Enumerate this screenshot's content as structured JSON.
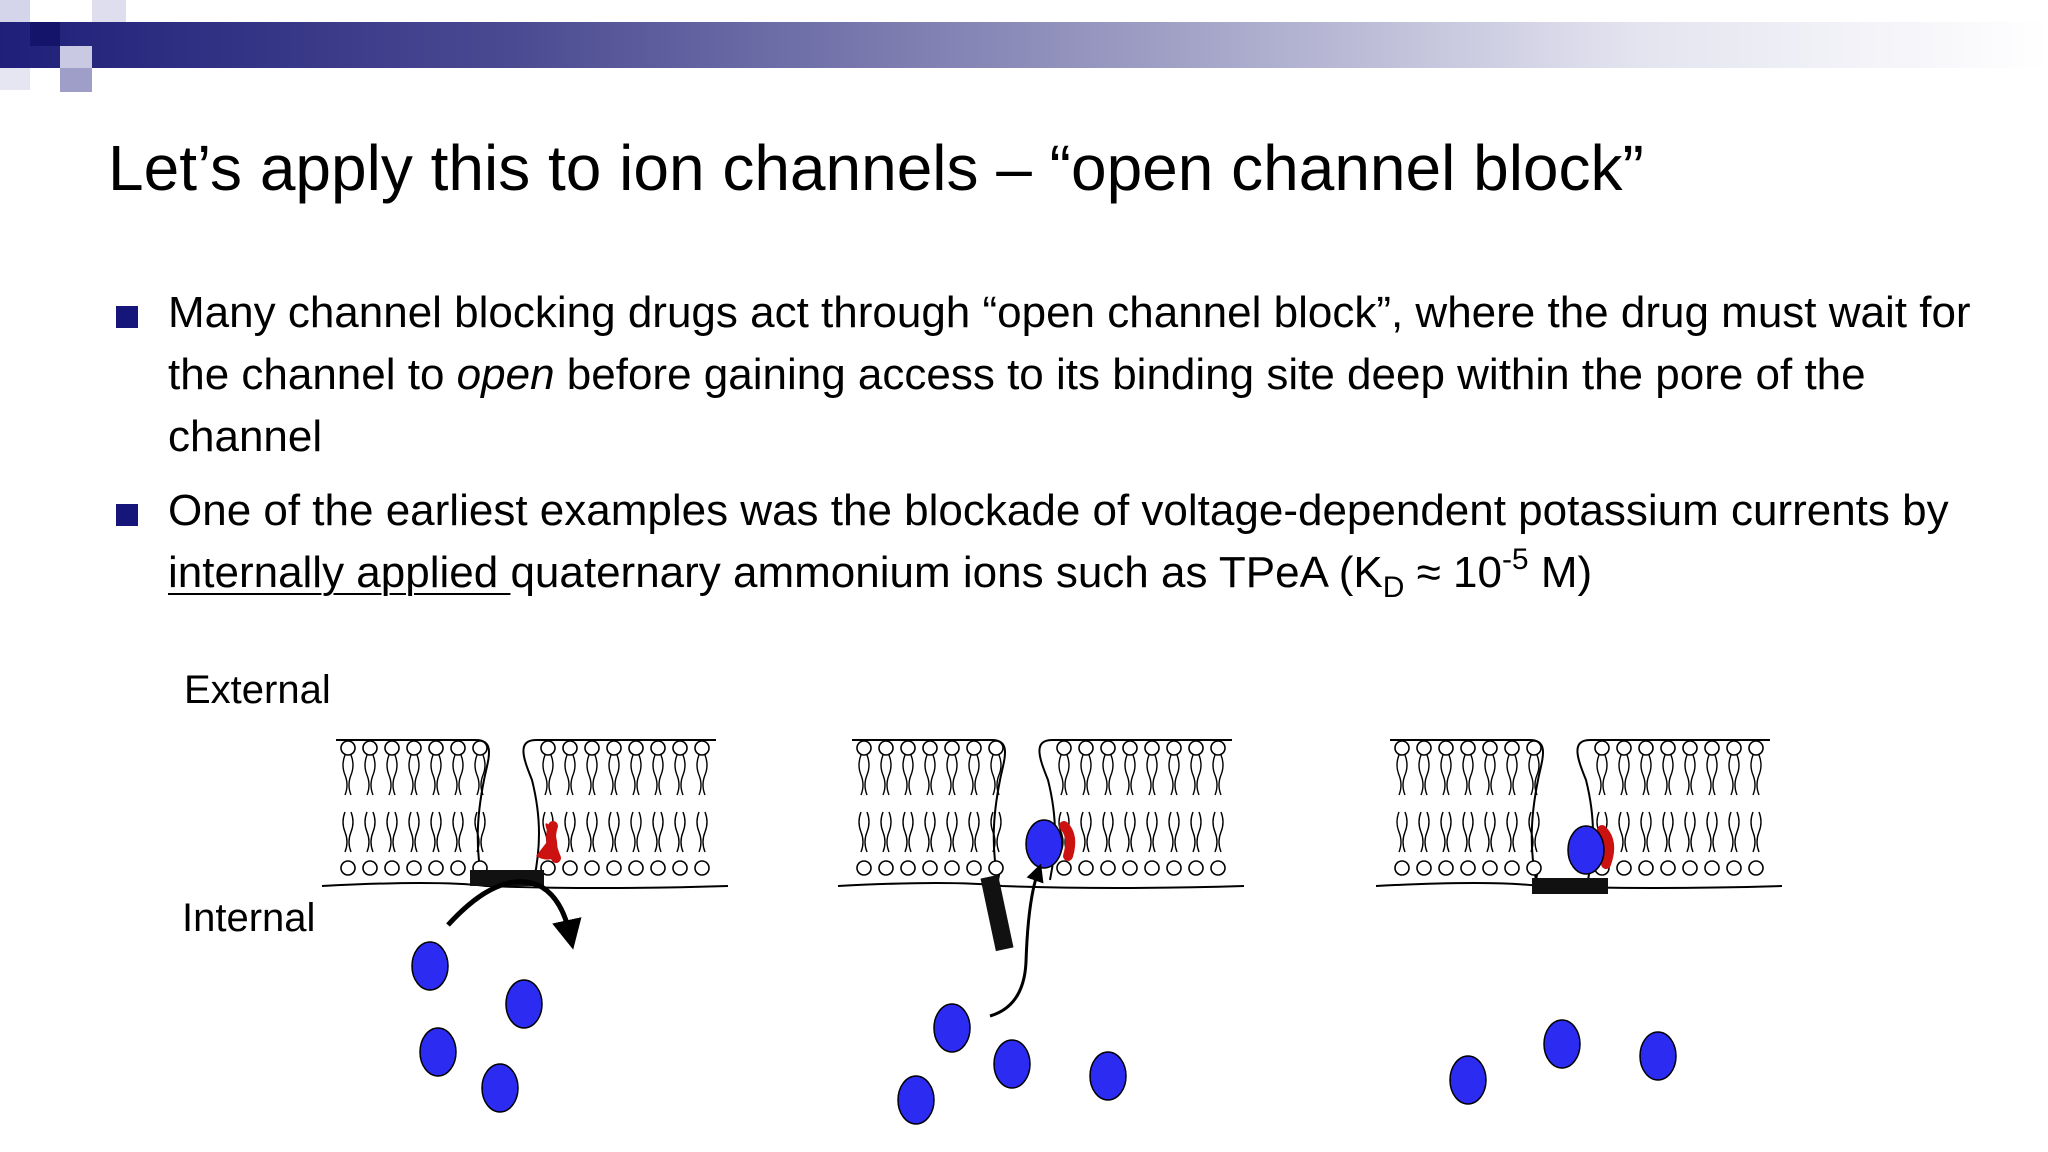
{
  "title": "Let’s apply this to ion channels – “open channel block”",
  "bullets": [
    {
      "pre": "Many channel blocking drugs act through “open channel block”, where the drug must wait for the channel to ",
      "italic": "open",
      "post": " before gaining access to its binding site deep within the pore of the channel"
    },
    {
      "pre": "One of the earliest examples was the blockade of voltage-dependent potassium currents by ",
      "underlined": "internally applied ",
      "mid": "quaternary ammonium ions such as TPeA (K",
      "subscript": "D",
      "approx": " ≈ 10",
      "superscript": "-5",
      "post": " M)"
    }
  ],
  "diagram": {
    "external_label": "External",
    "internal_label": "Internal",
    "colors": {
      "drug": "#2b2bf2",
      "binding_site": "#cc1111",
      "gate": "#111111",
      "header_dark": "#1f1f7a"
    }
  }
}
